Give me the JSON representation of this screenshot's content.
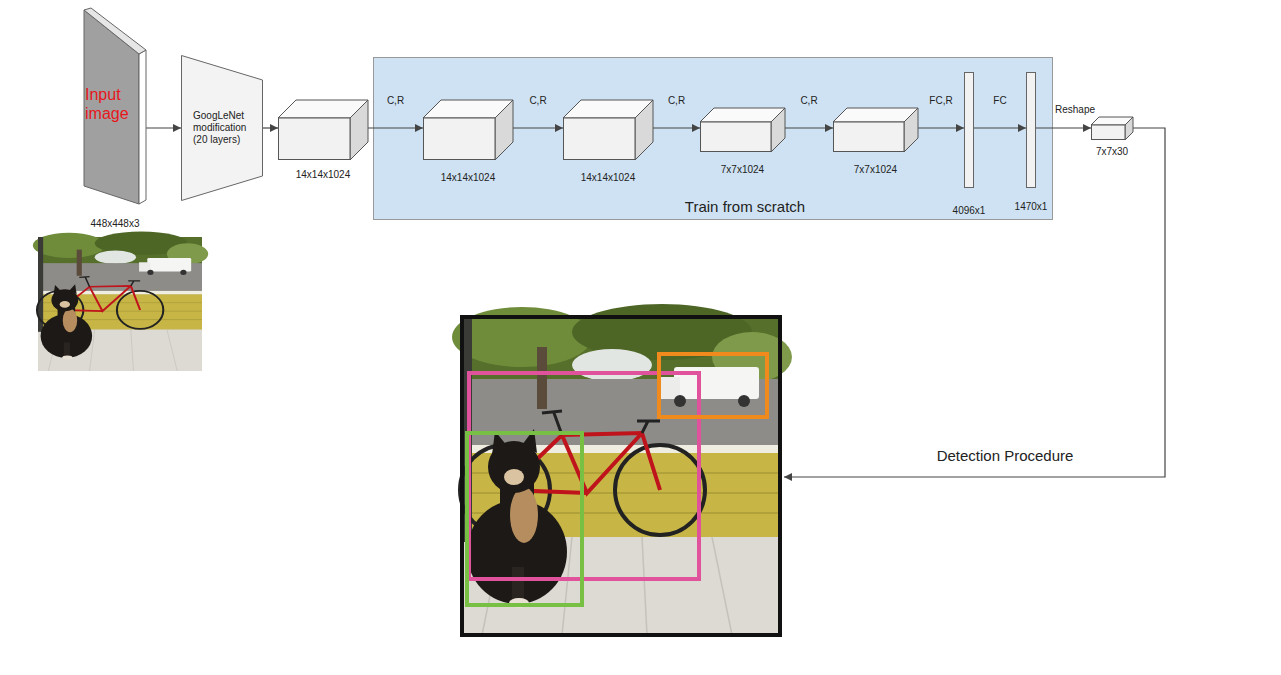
{
  "diagram": {
    "nodes": [
      {
        "text": [
          "Input image",
          "448x448x3"
        ]
      },
      {
        "text": [
          "GoogLeNet modification (20 layers)"
        ]
      },
      {
        "text": [
          "14x14x1024"
        ]
      },
      {
        "text": [
          "Train from scratch"
        ]
      },
      {
        "text": [
          "14x14x1024"
        ],
        "in": 3
      },
      {
        "text": [
          "14x14x1024"
        ],
        "in": 3
      },
      {
        "text": [
          "7x7x1024"
        ],
        "in": 3
      },
      {
        "text": [
          "7x7x1024"
        ],
        "in": 3
      },
      {
        "text": [
          "4096x1"
        ],
        "in": 3
      },
      {
        "text": [
          "1470x1"
        ],
        "in": 3
      },
      {
        "text": [
          "7x7x30"
        ]
      }
    ],
    "edges": [
      {
        "from": 0,
        "to": 1,
        "arrow": "to"
      },
      {
        "from": 1,
        "to": 2,
        "arrow": "to"
      },
      {
        "from": 2,
        "to": 4,
        "label": "C,R",
        "arrow": "to"
      },
      {
        "from": 4,
        "to": 5,
        "label": "C,R",
        "arrow": "to"
      },
      {
        "from": 5,
        "to": 6,
        "label": "C,R",
        "arrow": "to"
      },
      {
        "from": 6,
        "to": 7,
        "label": "C,R",
        "arrow": "to"
      },
      {
        "from": 7,
        "to": 8,
        "label": "FC,R",
        "arrow": "to"
      },
      {
        "from": 8,
        "to": 9,
        "label": "FC",
        "arrow": "to"
      },
      {
        "from": 9,
        "to": 10,
        "label": "Reshape",
        "arrow": "to"
      }
    ],
    "labels": [
      "Detection Procedure"
    ]
  }
}
